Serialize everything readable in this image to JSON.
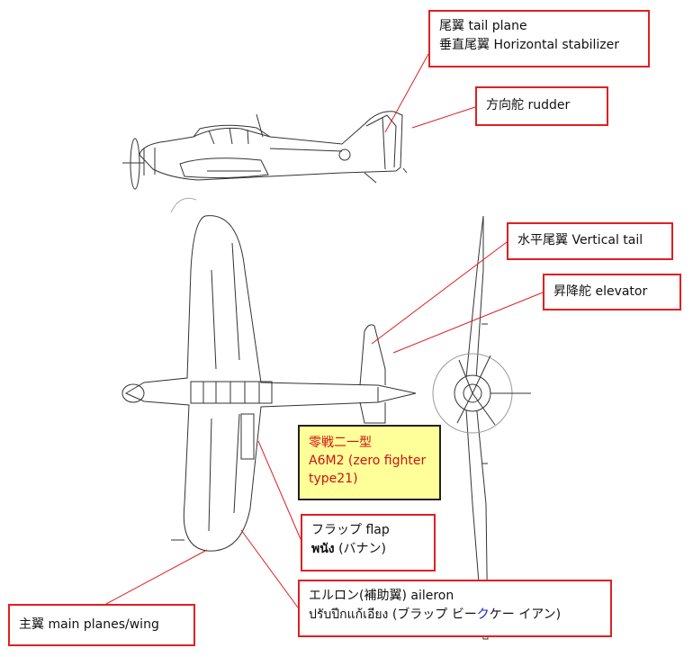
{
  "labels": {
    "tail_plane": {
      "line1": "尾翼 tail plane",
      "line2": "垂直尾翼 Horizontal stabilizer"
    },
    "rudder": {
      "line1": "方向舵 rudder"
    },
    "vertical_tail": {
      "line1": "水平尾翼 Vertical tail"
    },
    "elevator": {
      "line1": "昇降舵 elevator"
    },
    "title": {
      "line1": "零戦二一型",
      "line2": "A6M2 (zero fighter type21)"
    },
    "flap": {
      "line1": "フラップ flap",
      "line2_thai": "พนัง",
      "line2_rest": " (バナン)"
    },
    "aileron": {
      "line1": "エルロン(補助翼) aileron",
      "line2_thai": "ปรับปีกแก้เอียง",
      "line2_pre": " (ブラップ ビー",
      "line2_blue": "ク",
      "line2_post": "ケー イアン)"
    },
    "main_planes": {
      "line1": "主翼 main planes/wing"
    }
  },
  "colors": {
    "leader_line": "#e02020",
    "title_fill": "#ffff99",
    "title_text": "#d01010",
    "drawing": "#333333"
  }
}
